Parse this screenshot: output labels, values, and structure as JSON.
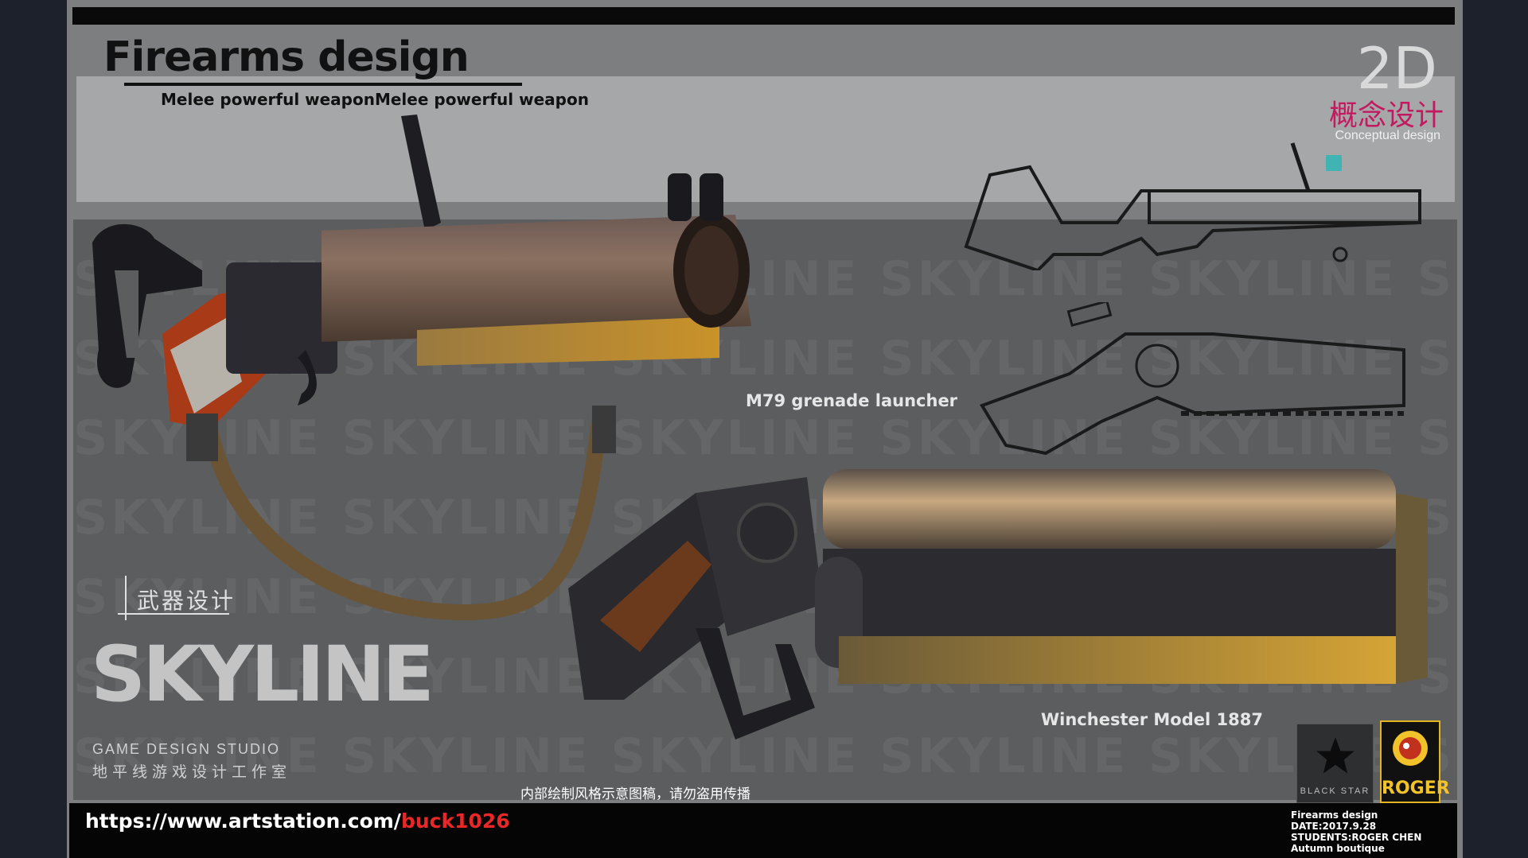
{
  "header": {
    "title": "Firearms design",
    "subtitle": "Melee powerful weaponMelee powerful weapon",
    "tag_2d": "2D",
    "tag_cn": "概念设计",
    "tag_en": "Conceptual  design"
  },
  "weapons": {
    "m79_label": "M79 grenade launcher",
    "winchester_label": "Winchester Model 1887"
  },
  "studio": {
    "cn_title": "武器设计",
    "wordmark": "SKYLINE",
    "english": "GAME DESIGN STUDIO",
    "chinese": "地平线游戏设计工作室"
  },
  "notice": "内部绘制风格示意图稿，请勿盗用传播",
  "footer": {
    "url_prefix": "https://www.artstation.com/",
    "url_user": "buck1026",
    "credits": [
      "Firearms design",
      "DATE:2017.9.28",
      "STUDENTS:ROGER CHEN",
      "Autumn boutique"
    ]
  },
  "logos": {
    "black_star": "BLACK STAR",
    "roger": "ROGER"
  },
  "colors": {
    "accent_magenta": "#c21a5f",
    "accent_teal": "#3fb4b2",
    "url_red": "#e82828"
  }
}
